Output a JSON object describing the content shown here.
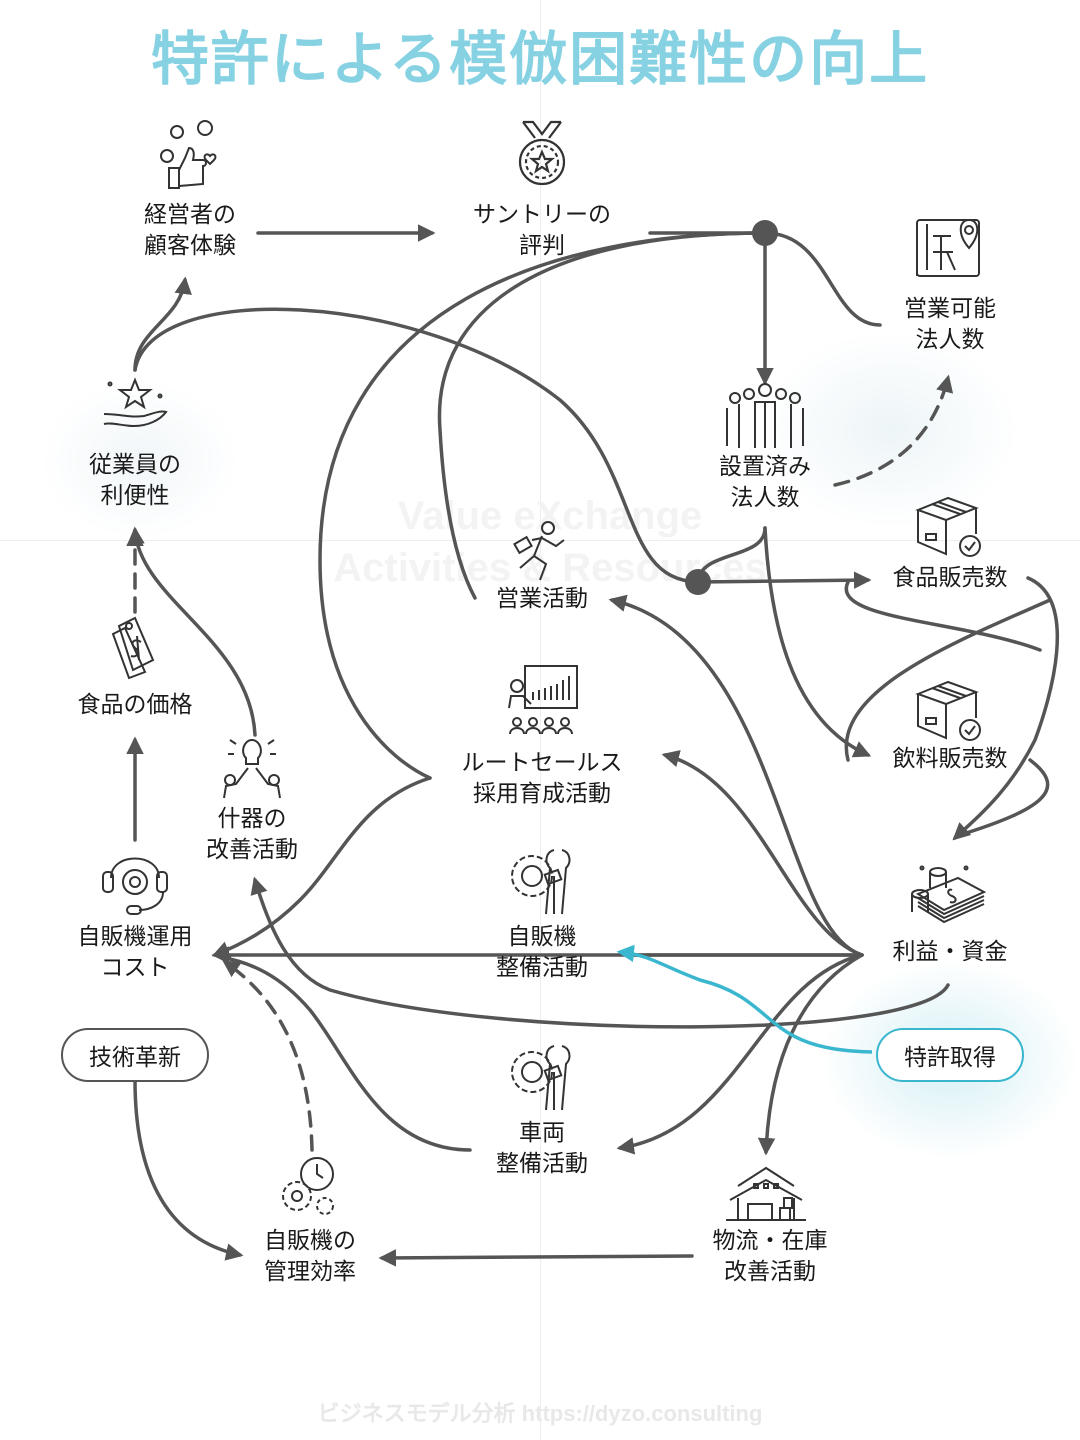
{
  "title": "特許による模倣困難性の向上",
  "watermark": {
    "line1": "Value eXchange",
    "line2": "Activities & Resources"
  },
  "footer": "ビジネスモデル分析 https://dyzo.consulting",
  "colors": {
    "title": "#86d2e3",
    "edge": "#555555",
    "accent": "#3ab7cf",
    "text": "#1a1a1a"
  },
  "nodes": {
    "owner_experience": {
      "line1": "経営者の",
      "line2": "顧客体験",
      "icon": "thumbs-up-emoji-icon"
    },
    "suntory_reputation": {
      "line1": "サントリーの",
      "line2": "評判",
      "icon": "medal-icon"
    },
    "sales_possible_corps": {
      "line1": "営業可能",
      "line2": "法人数",
      "icon": "map-pin-icon"
    },
    "employee_convenience": {
      "line1": "従業員の",
      "line2": "利便性",
      "icon": "hand-star-icon"
    },
    "installed_corps": {
      "line1": "設置済み",
      "line2": "法人数",
      "icon": "group-people-icon"
    },
    "sales_activity": {
      "line1": "営業活動",
      "icon": "running-businessman-icon"
    },
    "food_sales": {
      "line1": "食品販売数",
      "icon": "package-check-icon"
    },
    "food_price": {
      "line1": "食品の価格",
      "icon": "price-tag-icon"
    },
    "route_sales_training": {
      "line1": "ルートセールス",
      "line2": "採用育成活動",
      "icon": "presentation-icon"
    },
    "drink_sales": {
      "line1": "飲料販売数",
      "icon": "package-check-icon"
    },
    "fixture_improvement": {
      "line1": "什器の",
      "line2": "改善活動",
      "icon": "teamwork-idea-icon"
    },
    "vending_op_cost": {
      "line1": "自販機運用",
      "line2": "コスト",
      "icon": "headset-gear-icon"
    },
    "vending_maintenance": {
      "line1": "自販機",
      "line2": "整備活動",
      "icon": "gear-wrench-icon"
    },
    "profit_funds": {
      "line1": "利益・資金",
      "icon": "money-stack-icon"
    },
    "vehicle_maintenance": {
      "line1": "車両",
      "line2": "整備活動",
      "icon": "gear-wrench-icon"
    },
    "vending_mgmt_efficiency": {
      "line1": "自販機の",
      "line2": "管理効率",
      "icon": "gears-clock-icon"
    },
    "logistics_inventory": {
      "line1": "物流・在庫",
      "line2": "改善活動",
      "icon": "warehouse-icon"
    }
  },
  "pills": {
    "tech_innovation": "技術革新",
    "patent": "特許取得"
  }
}
